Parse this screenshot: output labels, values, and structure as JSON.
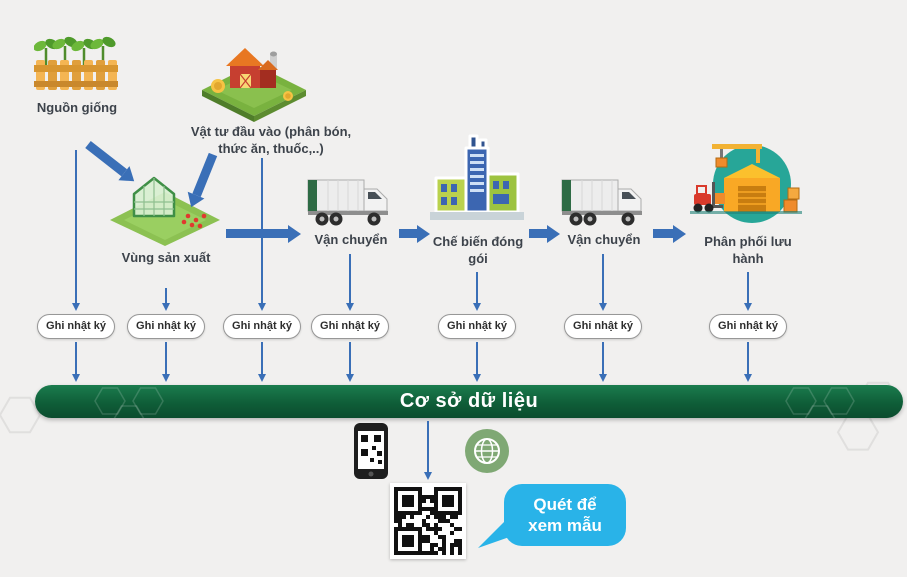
{
  "stages": [
    {
      "label": "Nguồn giống",
      "icon": "seedling-icon"
    },
    {
      "label": "Vật tư đầu vào (phân bón, thức ăn, thuốc,..)",
      "icon": "farm-icon"
    },
    {
      "label": "Vùng sản xuất",
      "icon": "greenhouse-icon"
    },
    {
      "label": "Vận chuyển",
      "icon": "truck-icon"
    },
    {
      "label": "Chế biến đóng gói",
      "icon": "factory-icon"
    },
    {
      "label": "Vận chuyển",
      "icon": "truck-icon"
    },
    {
      "label": "Phân phối lưu hành",
      "icon": "warehouse-icon"
    }
  ],
  "log_badge_label": "Ghi nhật ký",
  "database": {
    "label": "Cơ sở dữ liệu",
    "bar_color": "#0f5e38"
  },
  "qr_section": {
    "bubble_label": "Quét để xem mẫu",
    "bubble_color": "#29b3e8",
    "icons": [
      "phone-qr-icon",
      "globe-icon",
      "qr-code"
    ]
  },
  "colors": {
    "arrow_blue": "#3a6fb7",
    "background": "#f1f0ef",
    "globe_green": "#7fa874"
  }
}
